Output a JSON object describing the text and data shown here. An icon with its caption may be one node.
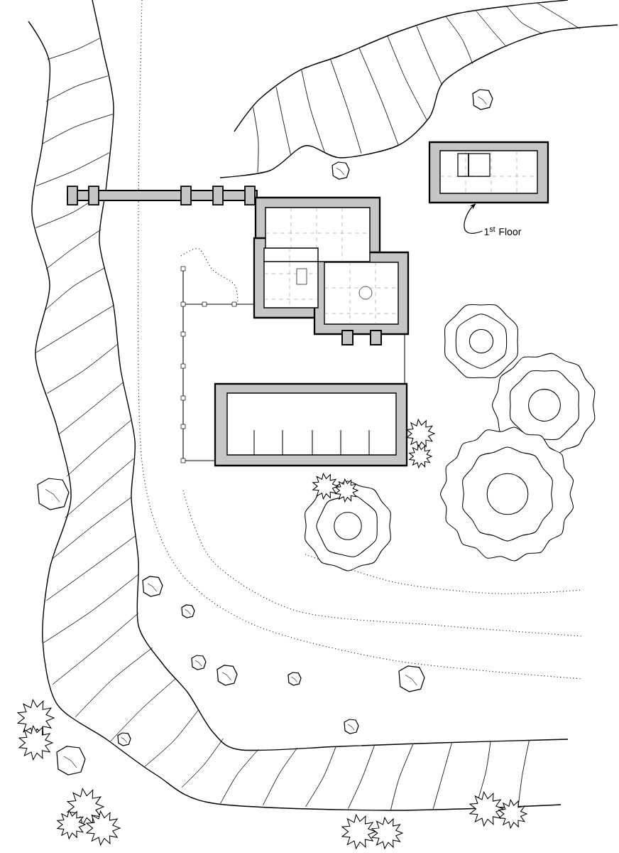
{
  "diagram": {
    "nodes": [
      {
        "text": [],
        "shape": "box"
      },
      {
        "text": [
          "1$^{st}$ Floor"
        ]
      }
    ],
    "edges": [
      {
        "from": 1,
        "to": 0,
        "arrow": "to"
      }
    ]
  }
}
